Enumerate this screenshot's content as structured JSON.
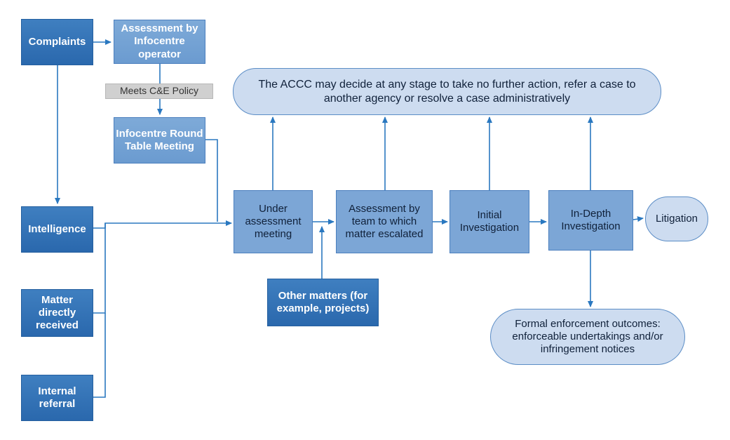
{
  "nodes": {
    "complaints": "Complaints",
    "assessment_infocentre": "Assessment by Infocentre operator",
    "meets_policy": "Meets C&E Policy",
    "round_table": "Infocentre Round Table Meeting",
    "intelligence": "Intelligence",
    "matter_directly_received": "Matter directly received",
    "internal_referral": "Internal referral",
    "under_assessment": "Under assessment meeting",
    "assessment_team": "Assessment by team to which matter escalated",
    "other_matters": "Other matters (for example, projects)",
    "initial_investigation": "Initial Investigation",
    "in_depth_investigation": "In-Depth Investigation",
    "litigation": "Litigation",
    "accc_decision": "The ACCC may decide at any stage to take no further action, refer a case to another agency or resolve a case administratively",
    "formal_outcomes": "Formal enforcement outcomes: enforceable undertakings and/or infringement notices"
  },
  "colors": {
    "dark_box": "#2a68ad",
    "mid_box": "#6b9bd0",
    "light_box": "#cddcf0",
    "connector": "#2a78c0",
    "policy_box": "#d0d0d0"
  }
}
